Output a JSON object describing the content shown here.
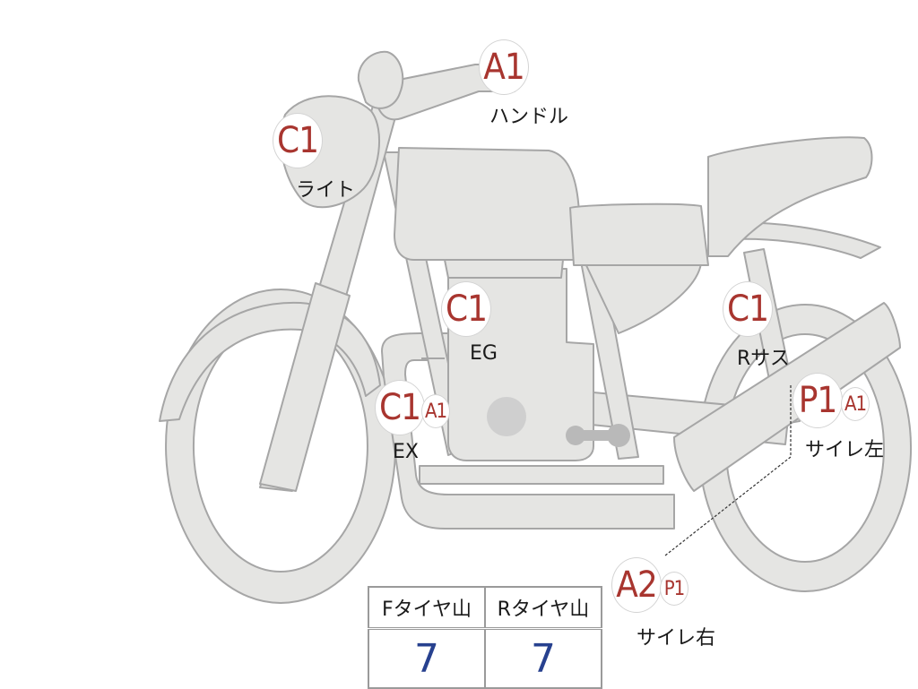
{
  "markers": {
    "handle": {
      "badges": [
        "A1"
      ],
      "label": "ハンドル"
    },
    "light": {
      "badges": [
        "C1"
      ],
      "label": "ライト"
    },
    "eg": {
      "badges": [
        "C1"
      ],
      "label": "EG"
    },
    "ex": {
      "badges": [
        "C1",
        "A1"
      ],
      "label": "EX"
    },
    "rsus": {
      "badges": [
        "C1"
      ],
      "label": "Rサス"
    },
    "muffler_left": {
      "badges": [
        "P1",
        "A1"
      ],
      "label": "サイレ左"
    },
    "muffler_right": {
      "badges": [
        "A2",
        "P1"
      ],
      "label": "サイレ右"
    }
  },
  "tire_table": {
    "front_header": "Fタイヤ山",
    "rear_header": "Rタイヤ山",
    "front_value": "7",
    "rear_value": "7"
  },
  "colors": {
    "badge_text": "#a8352f",
    "value_text": "#27418f",
    "bike_fill": "#e5e5e3",
    "bike_stroke": "#a6a6a6"
  }
}
